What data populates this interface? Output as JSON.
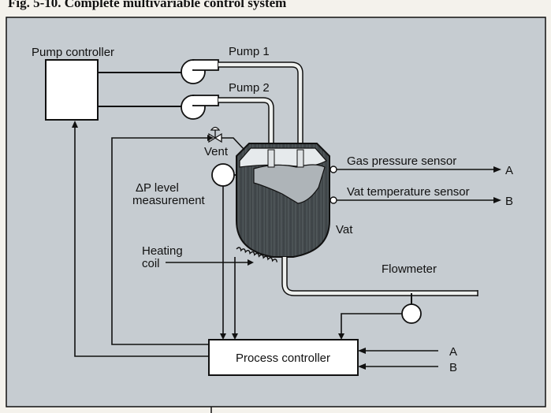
{
  "figure": {
    "caption": "Fig. 5-10. Complete multivariable control system"
  },
  "labels": {
    "pump_controller": "Pump controller",
    "pump1": "Pump 1",
    "pump2": "Pump 2",
    "vent": "Vent",
    "gas_pressure_sensor": "Gas pressure sensor",
    "vat_temperature_sensor": "Vat temperature sensor",
    "delta_p_line1": "ΔP level",
    "delta_p_line2": "measurement",
    "vat": "Vat",
    "heating_coil_line1": "Heating",
    "heating_coil_line2": "coil",
    "flowmeter": "Flowmeter",
    "process_controller": "Process controller",
    "output_a": "A",
    "output_b": "B",
    "input_a": "A",
    "input_b": "B"
  },
  "colors": {
    "panel": "#c6ccd1",
    "vat_body": "#4e5558",
    "liquid": "#aeb4b8",
    "box_fill": "#ffffff"
  }
}
